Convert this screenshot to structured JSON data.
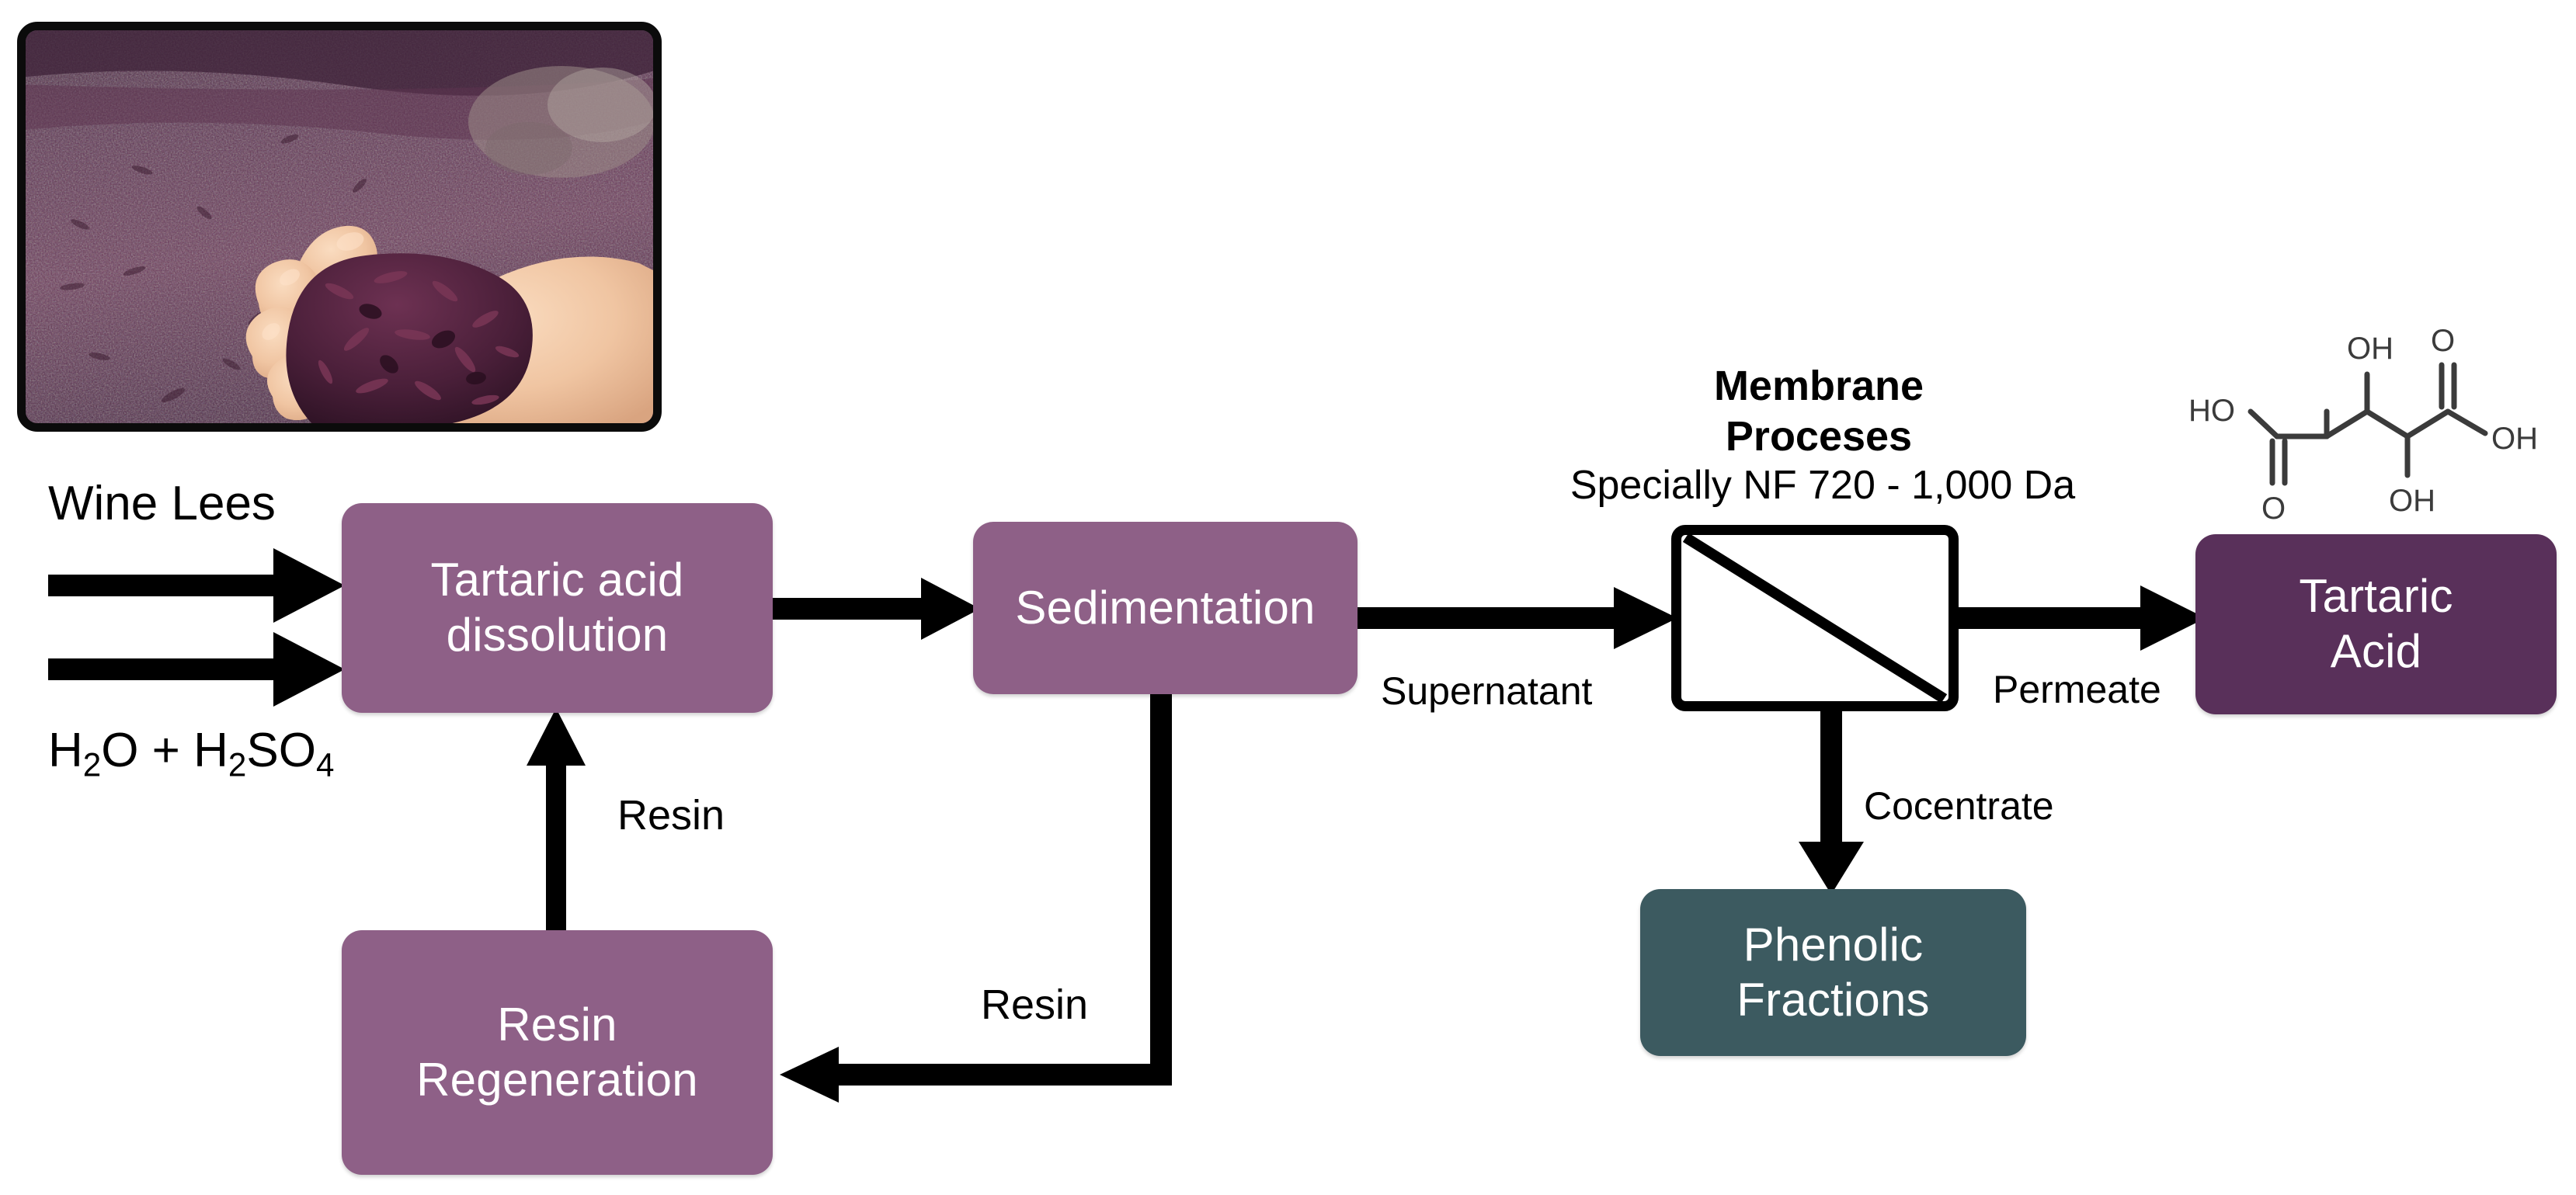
{
  "diagram": {
    "title": "Tartaric acid recovery from wine lees process flow",
    "colors": {
      "mauve": "#8e6087",
      "plum": "#59305a",
      "teal": "#3c5a60",
      "arrow": "#000000",
      "background": "#ffffff"
    }
  },
  "photo": {
    "name": "wine-lees-photo",
    "caption": "Hand holding purple grape pomace wine lees over a bed of wine lees"
  },
  "nodes": {
    "dissolution": {
      "label": "Tartaric acid\ndissolution",
      "color": "#8e6087"
    },
    "sedimentation": {
      "label": "Sedimentation",
      "color": "#8e6087"
    },
    "resin_regeneration": {
      "label": "Resin\nRegeneration",
      "color": "#8e6087"
    },
    "membrane": {
      "label": "",
      "color": "#ffffff"
    },
    "phenolic": {
      "label": "Phenolic\nFractions",
      "color": "#3c5a60"
    },
    "tartaric_acid": {
      "label": "Tartaric\nAcid",
      "color": "#59305a"
    }
  },
  "labels": {
    "wine_lees": "Wine Lees",
    "water_acid_prefix": "H",
    "water_acid": "H2O + H2SO4",
    "resin_up": "Resin",
    "resin_loop": "Resin",
    "supernatant": "Supernatant",
    "permeate": "Permeate",
    "cocentrate": "Cocentrate",
    "membrane_title": "Membrane\nProceses",
    "membrane_subtitle": "Specially NF 720 - 1,000 Da"
  },
  "molecule": {
    "name": "tartaric-acid-structure",
    "atom_labels": [
      "HO",
      "O",
      "OH",
      "OH",
      "O",
      "OH"
    ],
    "formula": "C4H6O6"
  },
  "flows": [
    {
      "from": "wine-lees-input",
      "to": "dissolution",
      "label": "Wine Lees"
    },
    {
      "from": "water-sulfuric-acid-input",
      "to": "dissolution",
      "label": "H2O + H2SO4"
    },
    {
      "from": "dissolution",
      "to": "sedimentation",
      "label": ""
    },
    {
      "from": "sedimentation",
      "to": "membrane",
      "label": "Supernatant"
    },
    {
      "from": "membrane",
      "to": "tartaric_acid",
      "label": "Permeate"
    },
    {
      "from": "membrane",
      "to": "phenolic",
      "label": "Cocentrate"
    },
    {
      "from": "sedimentation",
      "to": "resin_regeneration",
      "label": "Resin"
    },
    {
      "from": "resin_regeneration",
      "to": "dissolution",
      "label": "Resin"
    }
  ]
}
